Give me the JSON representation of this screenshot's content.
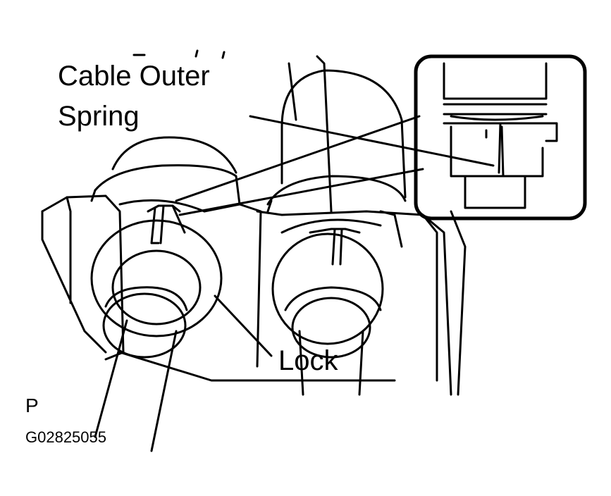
{
  "callouts": {
    "cable_outer_spring_line1": "Cable Outer",
    "cable_outer_spring_line2": "Spring",
    "lock": "Lock"
  },
  "view_letter": "P",
  "figure_id": "G02825055",
  "colors": {
    "line": "#000000",
    "background": "#ffffff"
  }
}
